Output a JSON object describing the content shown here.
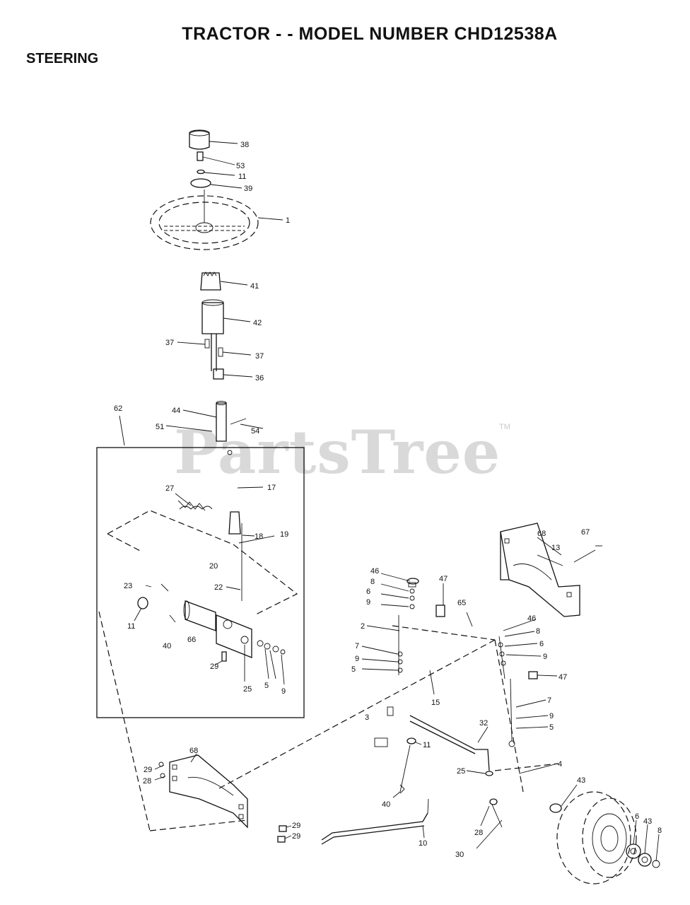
{
  "title": "TRACTOR - - MODEL NUMBER CHD12538A",
  "section": "STEERING",
  "watermark": "PartsTree",
  "watermark_mark": "TM",
  "callouts": [
    {
      "id": "c38a",
      "text": "38"
    },
    {
      "id": "c53",
      "text": "53"
    },
    {
      "id": "c11a",
      "text": "11"
    },
    {
      "id": "c39",
      "text": "39"
    },
    {
      "id": "c1",
      "text": "1"
    },
    {
      "id": "c41",
      "text": "41"
    },
    {
      "id": "c42",
      "text": "42"
    },
    {
      "id": "c37a",
      "text": "37"
    },
    {
      "id": "c37b",
      "text": "37"
    },
    {
      "id": "c36",
      "text": "36"
    },
    {
      "id": "c62",
      "text": "62"
    },
    {
      "id": "c44",
      "text": "44"
    },
    {
      "id": "c51",
      "text": "51"
    },
    {
      "id": "c54",
      "text": "54"
    },
    {
      "id": "c27",
      "text": "27"
    },
    {
      "id": "c17",
      "text": "17"
    },
    {
      "id": "c18",
      "text": "18"
    },
    {
      "id": "c19",
      "text": "19"
    },
    {
      "id": "c20",
      "text": "20"
    },
    {
      "id": "c22",
      "text": "22"
    },
    {
      "id": "c23",
      "text": "23"
    },
    {
      "id": "c11b",
      "text": "11"
    },
    {
      "id": "c40a",
      "text": "40"
    },
    {
      "id": "c66",
      "text": "66"
    },
    {
      "id": "c29a",
      "text": "29"
    },
    {
      "id": "c25a",
      "text": "25"
    },
    {
      "id": "c5a",
      "text": "5"
    },
    {
      "id": "c9a",
      "text": "9"
    },
    {
      "id": "c68a",
      "text": "68"
    },
    {
      "id": "c67",
      "text": "67"
    },
    {
      "id": "c13",
      "text": "13"
    },
    {
      "id": "c46a",
      "text": "46"
    },
    {
      "id": "c8a",
      "text": "8"
    },
    {
      "id": "c6a",
      "text": "6"
    },
    {
      "id": "c9b",
      "text": "9"
    },
    {
      "id": "c47a",
      "text": "47"
    },
    {
      "id": "c65",
      "text": "65"
    },
    {
      "id": "c2",
      "text": "2"
    },
    {
      "id": "c46b",
      "text": "46"
    },
    {
      "id": "c8b",
      "text": "8"
    },
    {
      "id": "c6b",
      "text": "6"
    },
    {
      "id": "c9c",
      "text": "9"
    },
    {
      "id": "c7a",
      "text": "7"
    },
    {
      "id": "c9d",
      "text": "9"
    },
    {
      "id": "c5b",
      "text": "5"
    },
    {
      "id": "c47b",
      "text": "47"
    },
    {
      "id": "c15",
      "text": "15"
    },
    {
      "id": "c7b",
      "text": "7"
    },
    {
      "id": "c9e",
      "text": "9"
    },
    {
      "id": "c5c",
      "text": "5"
    },
    {
      "id": "c3",
      "text": "3"
    },
    {
      "id": "c32",
      "text": "32"
    },
    {
      "id": "c11c",
      "text": "11"
    },
    {
      "id": "c68b",
      "text": "68"
    },
    {
      "id": "c29b",
      "text": "29"
    },
    {
      "id": "c28a",
      "text": "28"
    },
    {
      "id": "c25b",
      "text": "25"
    },
    {
      "id": "c4",
      "text": "4"
    },
    {
      "id": "c43a",
      "text": "43"
    },
    {
      "id": "c40b",
      "text": "40"
    },
    {
      "id": "c28b",
      "text": "28"
    },
    {
      "id": "c29c",
      "text": "29"
    },
    {
      "id": "c29d",
      "text": "29"
    },
    {
      "id": "c10",
      "text": "10"
    },
    {
      "id": "c30",
      "text": "30"
    },
    {
      "id": "c6c",
      "text": "6"
    },
    {
      "id": "c43b",
      "text": "43"
    },
    {
      "id": "c8c",
      "text": "8"
    }
  ]
}
